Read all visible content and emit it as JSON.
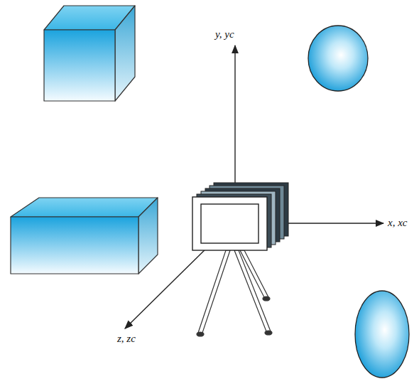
{
  "diagram": {
    "labels": [
      "y, yc",
      "x, xc",
      "z, zc"
    ]
  }
}
